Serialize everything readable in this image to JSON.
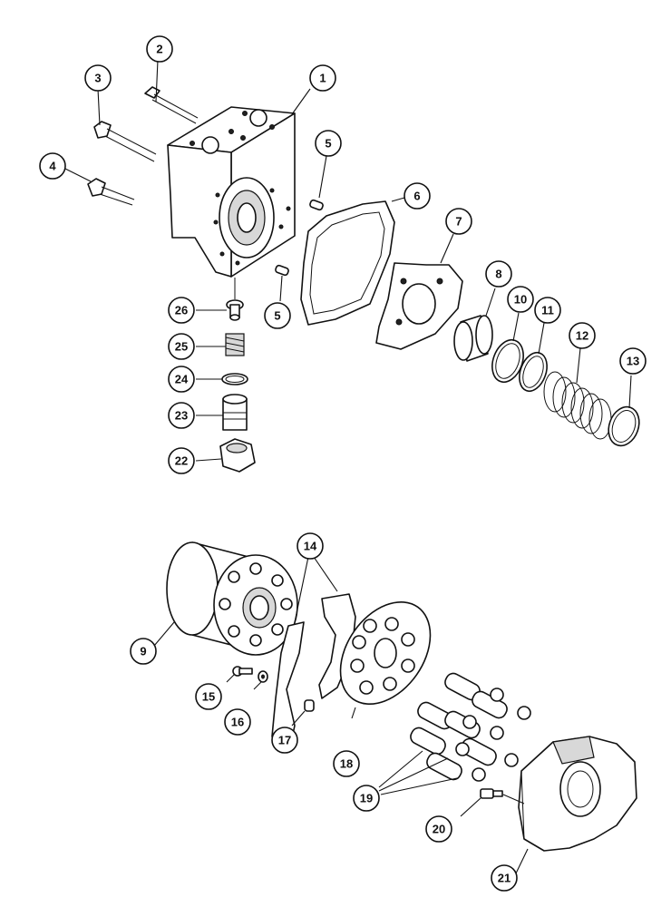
{
  "callouts": [
    {
      "id": "c1",
      "label": "1"
    },
    {
      "id": "c2",
      "label": "2"
    },
    {
      "id": "c3",
      "label": "3"
    },
    {
      "id": "c4",
      "label": "4"
    },
    {
      "id": "c5a",
      "label": "5"
    },
    {
      "id": "c5b",
      "label": "5"
    },
    {
      "id": "c6",
      "label": "6"
    },
    {
      "id": "c7",
      "label": "7"
    },
    {
      "id": "c8",
      "label": "8"
    },
    {
      "id": "c9",
      "label": "9"
    },
    {
      "id": "c10",
      "label": "10"
    },
    {
      "id": "c11",
      "label": "11"
    },
    {
      "id": "c12",
      "label": "12"
    },
    {
      "id": "c13",
      "label": "13"
    },
    {
      "id": "c14",
      "label": "14"
    },
    {
      "id": "c15",
      "label": "15"
    },
    {
      "id": "c16",
      "label": "16"
    },
    {
      "id": "c17",
      "label": "17"
    },
    {
      "id": "c18",
      "label": "18"
    },
    {
      "id": "c19",
      "label": "19"
    },
    {
      "id": "c20",
      "label": "20"
    },
    {
      "id": "c21",
      "label": "21"
    },
    {
      "id": "c22",
      "label": "22"
    },
    {
      "id": "c23",
      "label": "23"
    },
    {
      "id": "c24",
      "label": "24"
    },
    {
      "id": "c25",
      "label": "25"
    },
    {
      "id": "c26",
      "label": "26"
    }
  ]
}
